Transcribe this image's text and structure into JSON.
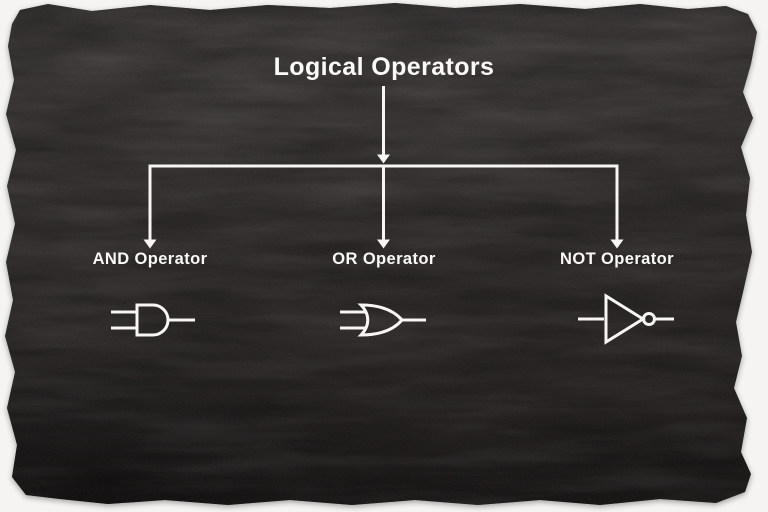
{
  "page": {
    "background_color": "#f5f4f2",
    "board_color": "#2b2827",
    "line_color": "#f7f6f4",
    "text_color": "#fbfaf8"
  },
  "diagram": {
    "title": "Logical Operators",
    "nodes": [
      {
        "label": "AND Operator",
        "symbol": "and-gate-icon"
      },
      {
        "label": "OR Operator",
        "symbol": "or-gate-icon"
      },
      {
        "label": "NOT Operator",
        "symbol": "not-gate-icon"
      }
    ]
  }
}
